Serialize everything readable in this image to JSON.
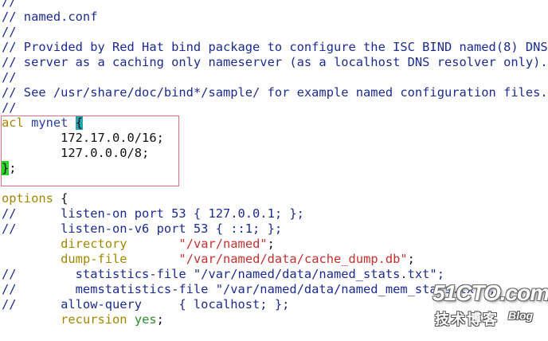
{
  "editor": {
    "lines": [
      "//",
      "// named.conf",
      "//",
      "// Provided by Red Hat bind package to configure the ISC BIND named(8) DNS",
      "// server as a caching only nameserver (as a localhost DNS resolver only).",
      "//",
      "// See /usr/share/doc/bind*/sample/ for example named configuration files.",
      "//"
    ],
    "acl": {
      "keyword": "acl",
      "name": "mynet",
      "open_brace": "{",
      "entries": [
        "        172.17.0.0/16;",
        "        127.0.0.0/8;"
      ],
      "close_brace": "}",
      "close_semicolon": ";"
    },
    "options": {
      "keyword": "options",
      "open": " {",
      "listen_on": "//      listen-on port 53 { 127.0.0.1; };",
      "listen_on_v6": "//      listen-on-v6 port 53 { ::1; };",
      "directory_key": "directory",
      "directory_pad": "       ",
      "directory_value": "\"/var/named\"",
      "dump_file_key": "dump-file",
      "dump_file_pad": "       ",
      "dump_file_value": "\"/var/named/data/cache_dump.db\"",
      "statistics_file": "//        statistics-file \"/var/named/data/named_stats.txt\";",
      "memstatistics_file": "//        memstatistics-file \"/var/named/data/named_mem_stats.txt\";",
      "allow_query": "//      allow-query     { localhost; };",
      "recursion_key": "recursion",
      "recursion_value": "yes"
    }
  },
  "watermark": {
    "main": "51CTO.com",
    "sub": "技术博客",
    "blog": "Blog"
  }
}
